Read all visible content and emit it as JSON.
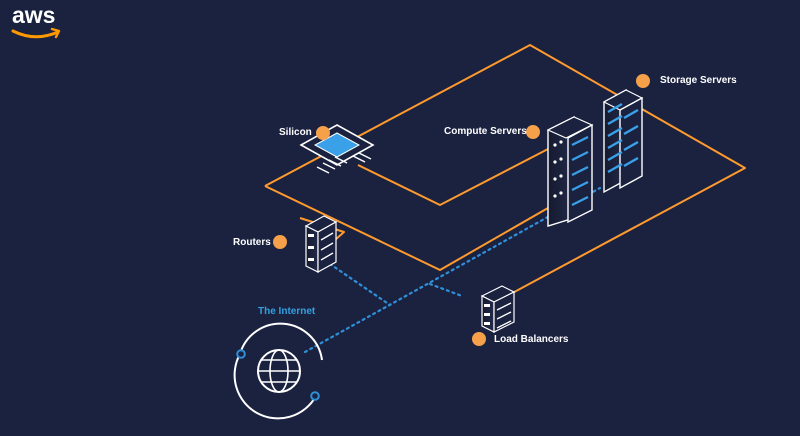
{
  "brand": {
    "logo_text": "aws",
    "smile_color": "#ff9900"
  },
  "colors": {
    "background": "#1b2240",
    "path_orange": "#ff9a2e",
    "node_dot": "#f6a04a",
    "link_blue": "#2f8fd8",
    "device_outline": "#ffffff",
    "device_accent": "#3aa0e8"
  },
  "nodes": {
    "silicon": {
      "label": "Silicon",
      "icon": "chip-icon"
    },
    "compute": {
      "label": "Compute Servers",
      "icon": "server-rack-icon"
    },
    "storage": {
      "label": "Storage Servers",
      "icon": "storage-rack-icon"
    },
    "routers": {
      "label": "Routers",
      "icon": "router-icon"
    },
    "internet": {
      "label": "The Internet",
      "icon": "globe-icon"
    },
    "load_balancers": {
      "label": "Load Balancers",
      "icon": "load-balancer-icon"
    }
  }
}
